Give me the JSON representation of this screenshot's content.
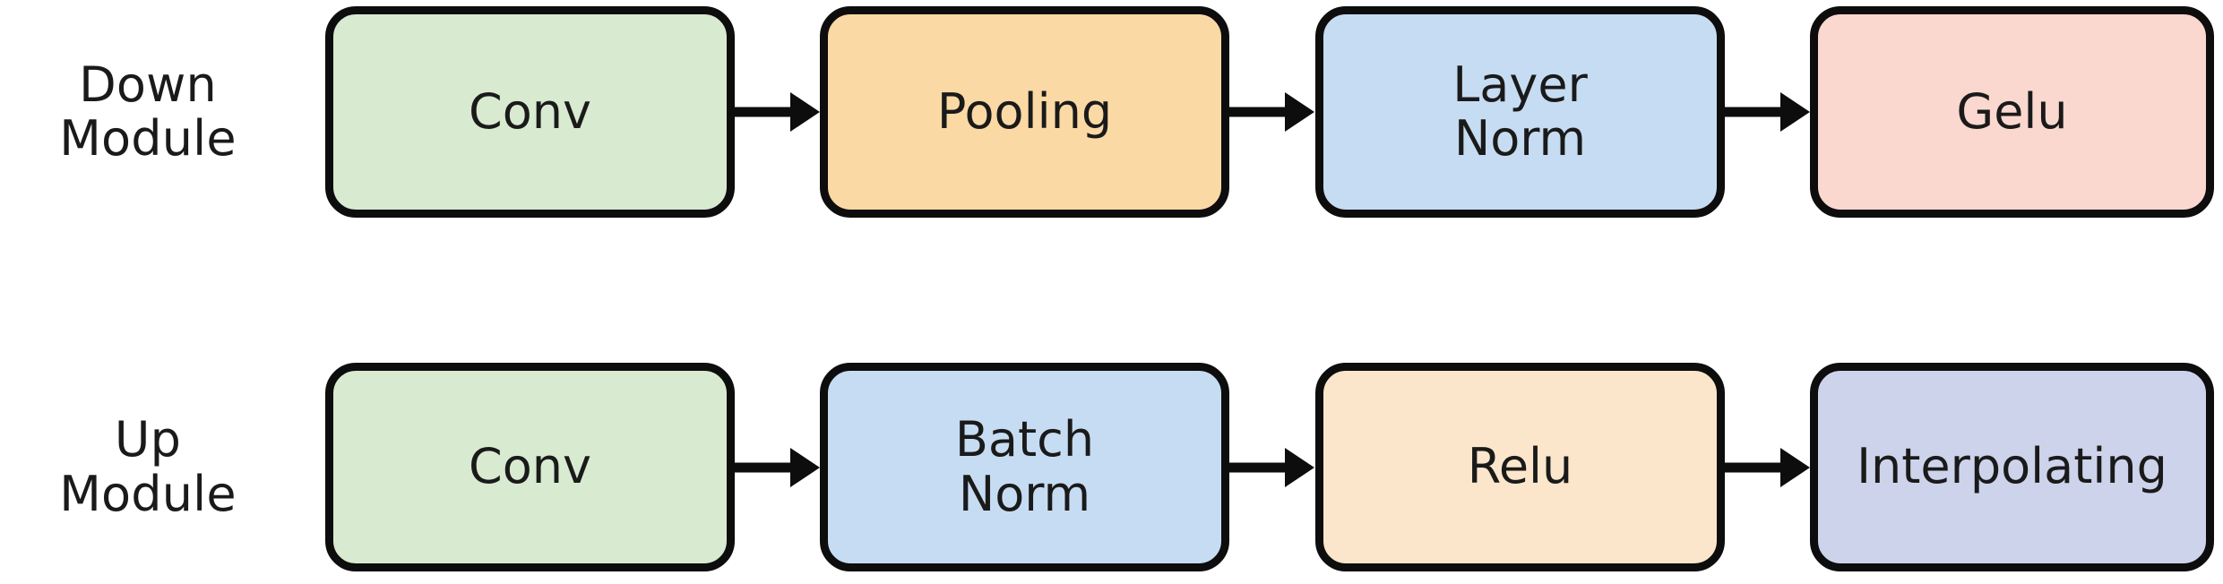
{
  "diagram": {
    "title": "Down Module and Up Module block diagram",
    "background": "#ffffff",
    "stroke_color": "#0d0d0d",
    "text_color": "#1a1a1a",
    "rows": [
      {
        "label": "Down\nModule",
        "label_line1": "Down",
        "label_line2": "Module",
        "nodes": [
          {
            "label": "Conv",
            "fill": "#d8ead0"
          },
          {
            "label": "Pooling",
            "fill": "#fbd9a5"
          },
          {
            "label": "Layer\nNorm",
            "fill": "#c6dcf2"
          },
          {
            "label": "Gelu",
            "fill": "#fbd8cf"
          }
        ],
        "arrow_count": 3
      },
      {
        "label": "Up\nModule",
        "label_line1": "Up",
        "label_line2": "Module",
        "nodes": [
          {
            "label": "Conv",
            "fill": "#d8ead0"
          },
          {
            "label": "Batch\nNorm",
            "fill": "#c6dcf2"
          },
          {
            "label": "Relu",
            "fill": "#fce6cb"
          },
          {
            "label": "Interpolating",
            "fill": "#ced3ec"
          }
        ],
        "arrow_count": 3
      }
    ]
  }
}
